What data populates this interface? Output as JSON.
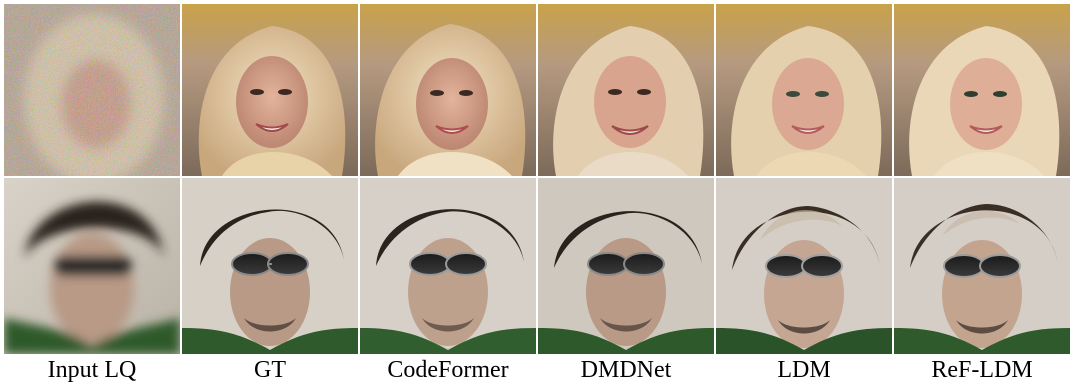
{
  "columns": [
    {
      "label": "Input LQ"
    },
    {
      "label": "GT"
    },
    {
      "label": "CodeFormer"
    },
    {
      "label": "DMDNet"
    },
    {
      "label": "LDM"
    },
    {
      "label": "ReF-LDM"
    }
  ],
  "rows": [
    {
      "subject": "blonde-woman-portrait"
    },
    {
      "subject": "man-with-sunglasses-portrait"
    }
  ],
  "colors": {
    "hair_blonde": "#e8d2a8",
    "skin_woman": "#d9a88c",
    "skin_man": "#b89a86",
    "hair_dark": "#2a221d",
    "shirt_green": "#2f5a2c",
    "bg_wall": "#d2cbc1",
    "bg_woman_left": "#b89a7c",
    "bg_woman_top": "#c9a24a"
  }
}
